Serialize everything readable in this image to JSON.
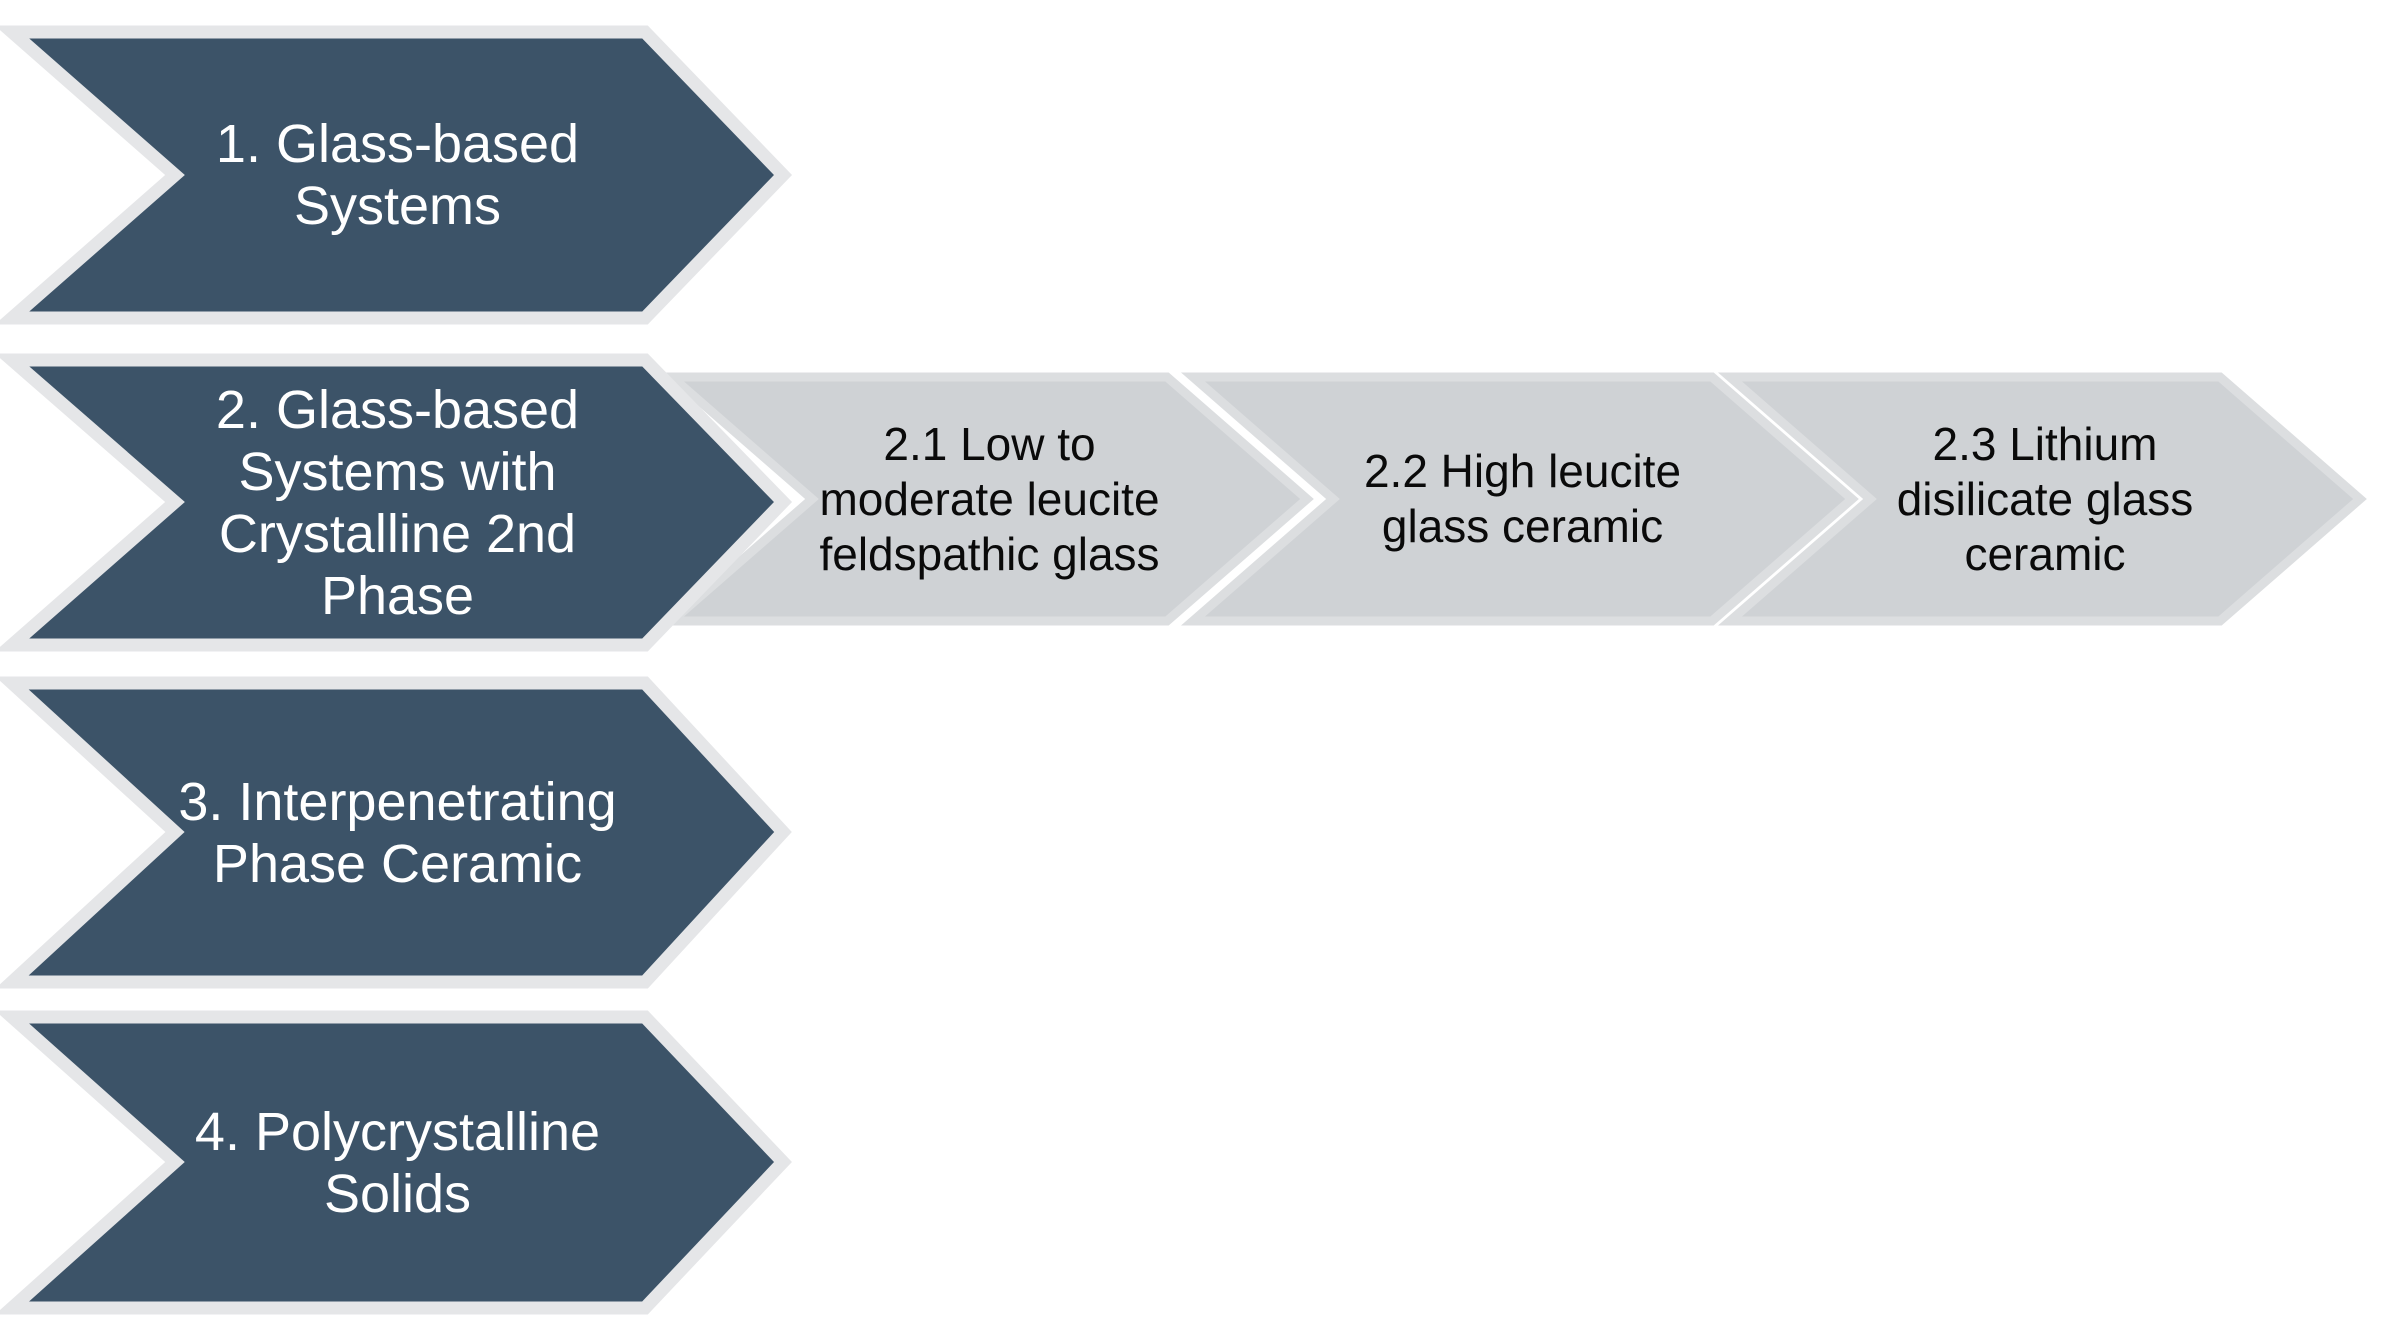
{
  "diagram": {
    "figure_type": "chevron-process-diagram",
    "colors": {
      "primary_fill": "#3C5368",
      "primary_border": "#E5E6E8",
      "primary_text": "#FFFFFF",
      "secondary_fill": "#CFD2D5",
      "secondary_border": "#DCDEE0",
      "secondary_text": "#0A0A0A",
      "background": "#FFFFFF"
    },
    "main_items": [
      {
        "label": "1. Glass-based\nSystems"
      },
      {
        "label": "2. Glass-based\nSystems with\nCrystalline 2nd\nPhase"
      },
      {
        "label": "3. Interpenetrating\nPhase Ceramic"
      },
      {
        "label": "4. Polycrystalline\nSolids"
      }
    ],
    "sub_items": [
      {
        "label": "2.1 Low to\nmoderate leucite\nfeldspathic glass"
      },
      {
        "label": "2.2 High leucite\nglass ceramic"
      },
      {
        "label": "2.3 Lithium\ndisilicate glass\nceramic"
      }
    ]
  }
}
